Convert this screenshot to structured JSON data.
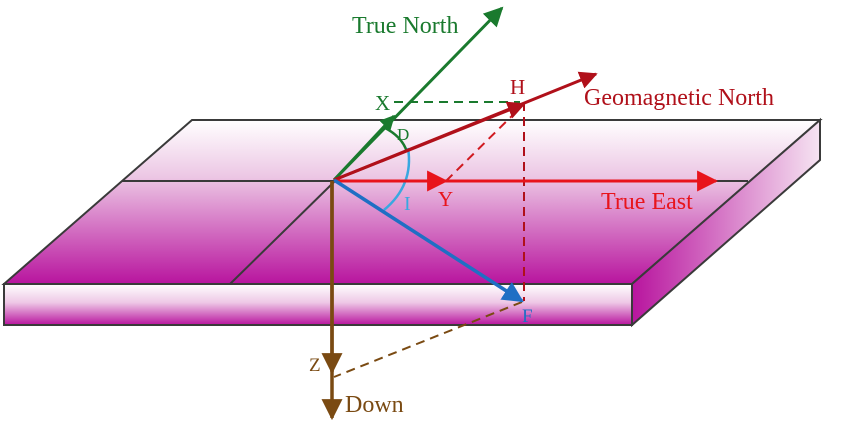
{
  "labels": {
    "true_north": "True North",
    "geomagnetic_north": "Geomagnetic North",
    "true_east": "True East",
    "down": "Down",
    "x": "X",
    "y": "Y",
    "z": "Z",
    "h": "H",
    "f": "F",
    "d": "D",
    "i": "I"
  },
  "colors": {
    "true_north": "#1a7a2e",
    "geomagnetic_north": "#b0101a",
    "true_east": "#e8141c",
    "down": "#7a4a12",
    "field_f": "#1f6fc4",
    "arc_i": "#38a8e0",
    "plate_top": "#b8149e",
    "plate_edge": "#3a3a3a"
  }
}
